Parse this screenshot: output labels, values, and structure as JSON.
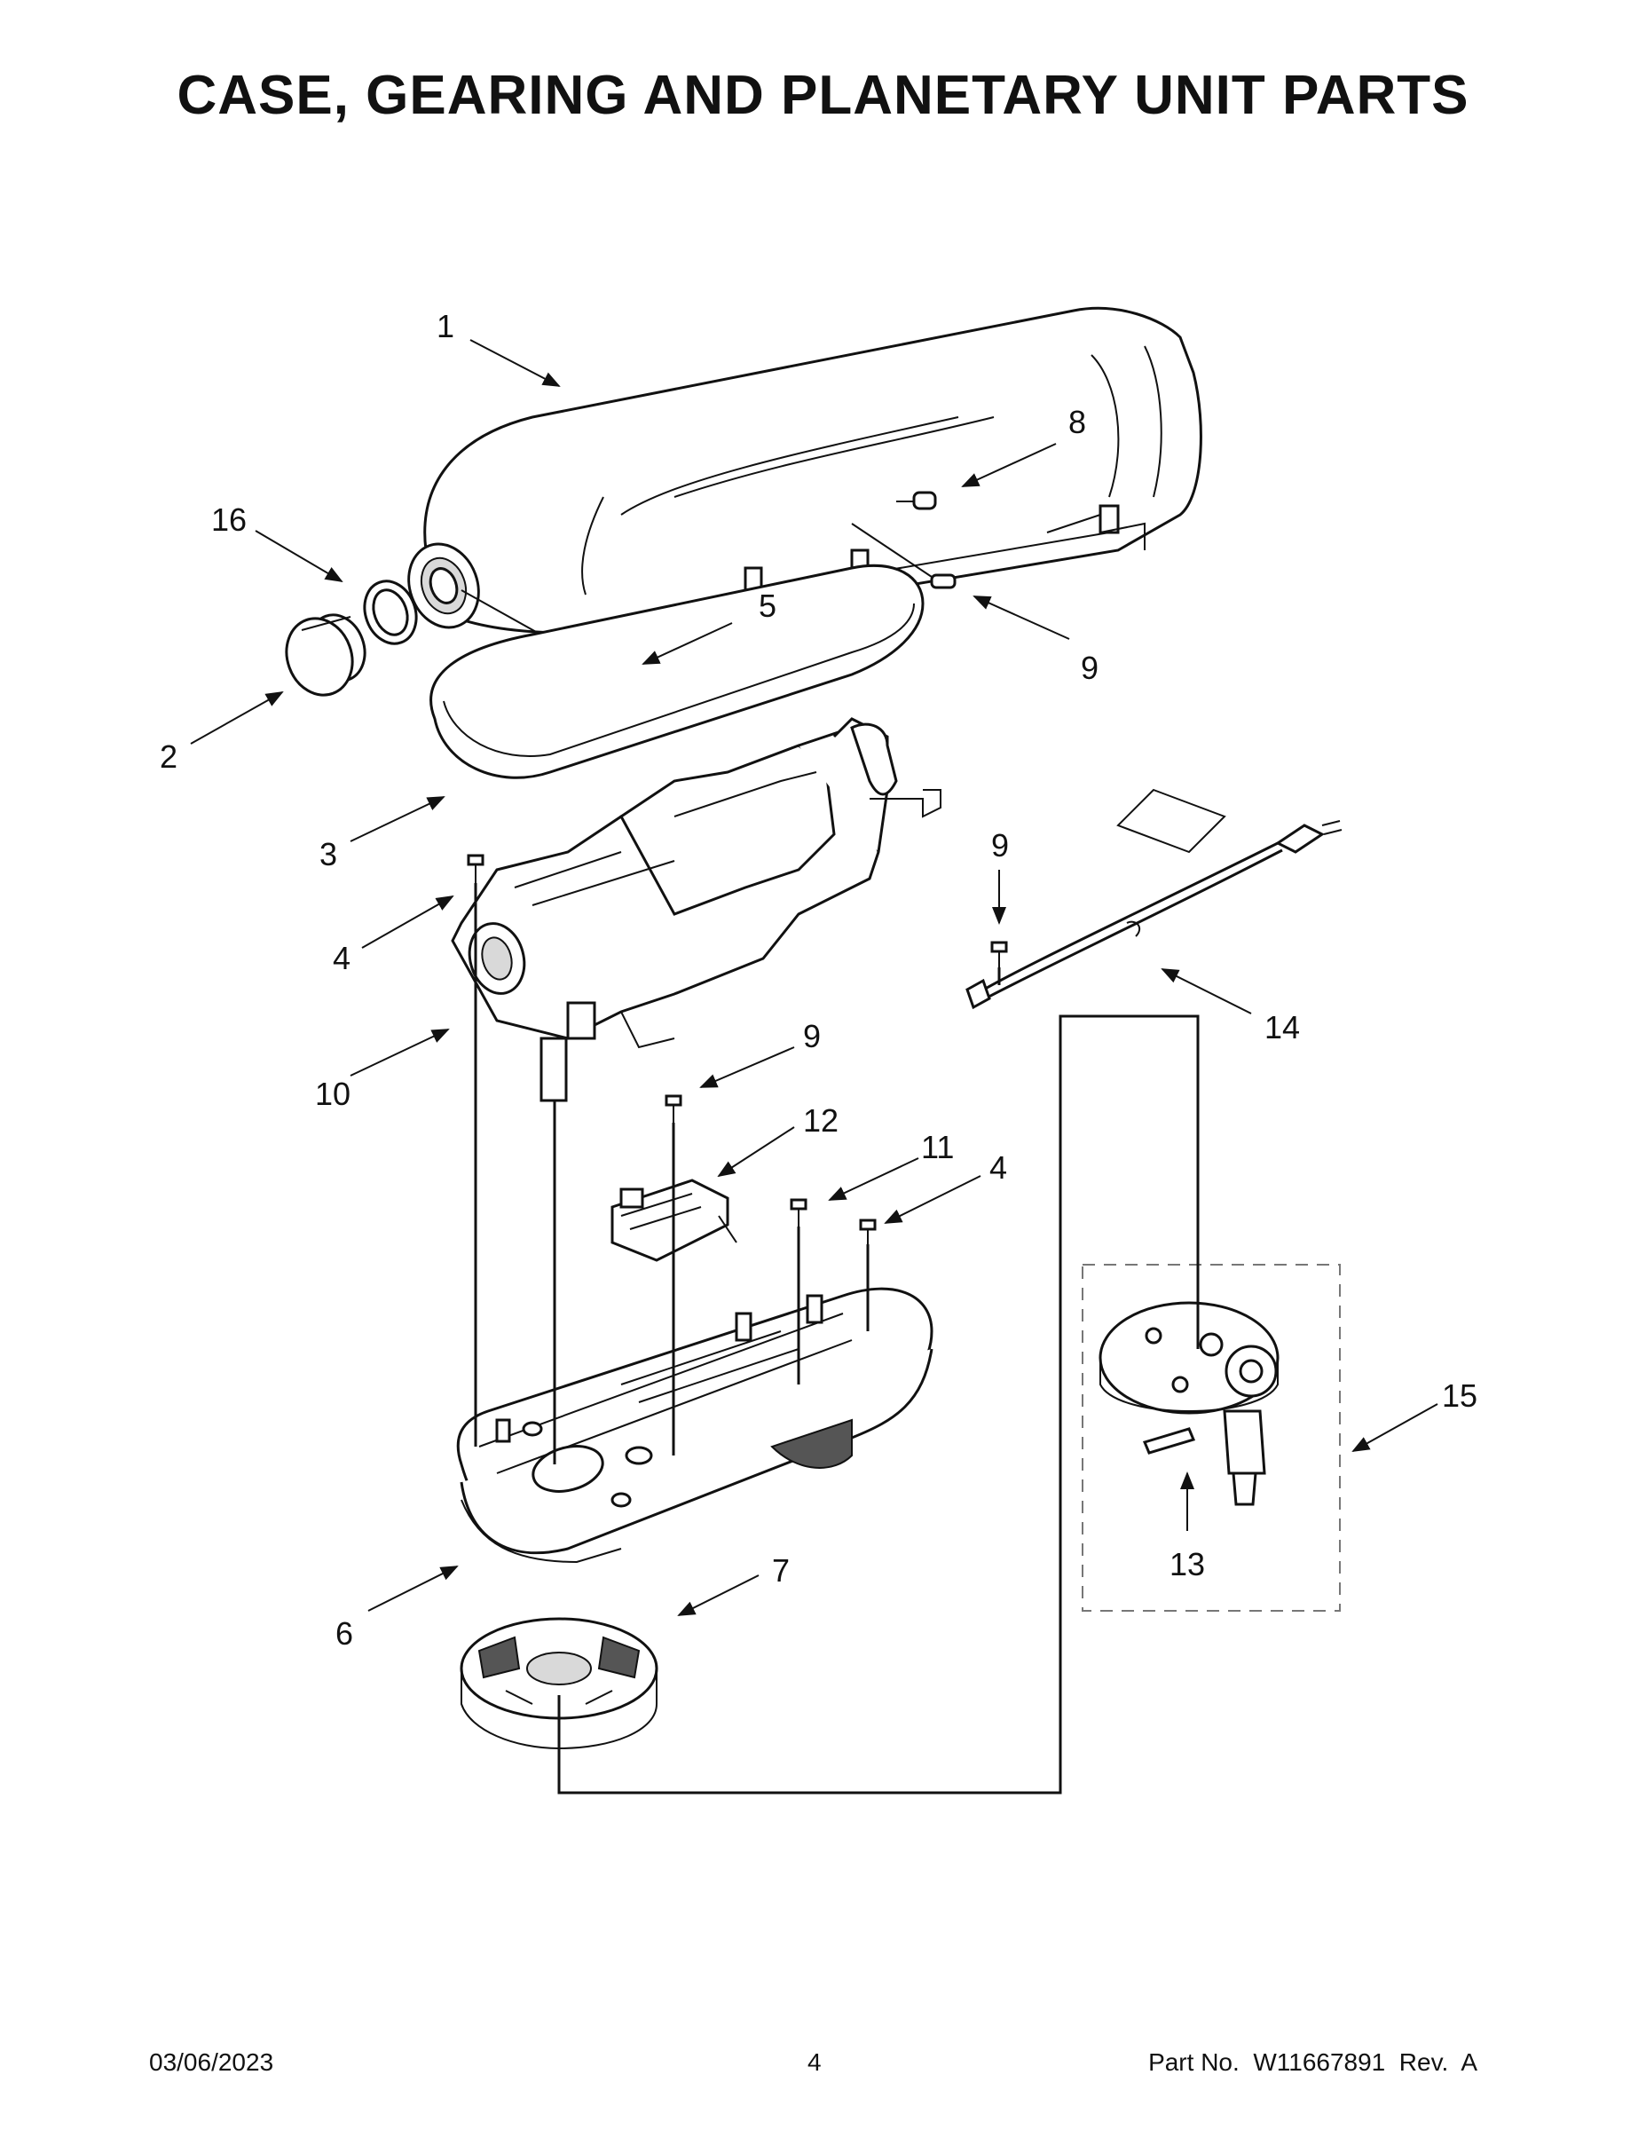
{
  "title": "CASE, GEARING AND PLANETARY UNIT PARTS",
  "callouts": {
    "c1": "1",
    "c2": "2",
    "c3": "3",
    "c4a": "4",
    "c4b": "4",
    "c5": "5",
    "c6": "6",
    "c7": "7",
    "c8": "8",
    "c9a": "9",
    "c9b": "9",
    "c9c": "9",
    "c10": "10",
    "c11": "11",
    "c12": "12",
    "c13": "13",
    "c14": "14",
    "c15": "15",
    "c16": "16"
  },
  "footer": {
    "date": "03/06/2023",
    "page": "4",
    "part": "Part No.  W11667891  Rev.  A"
  }
}
